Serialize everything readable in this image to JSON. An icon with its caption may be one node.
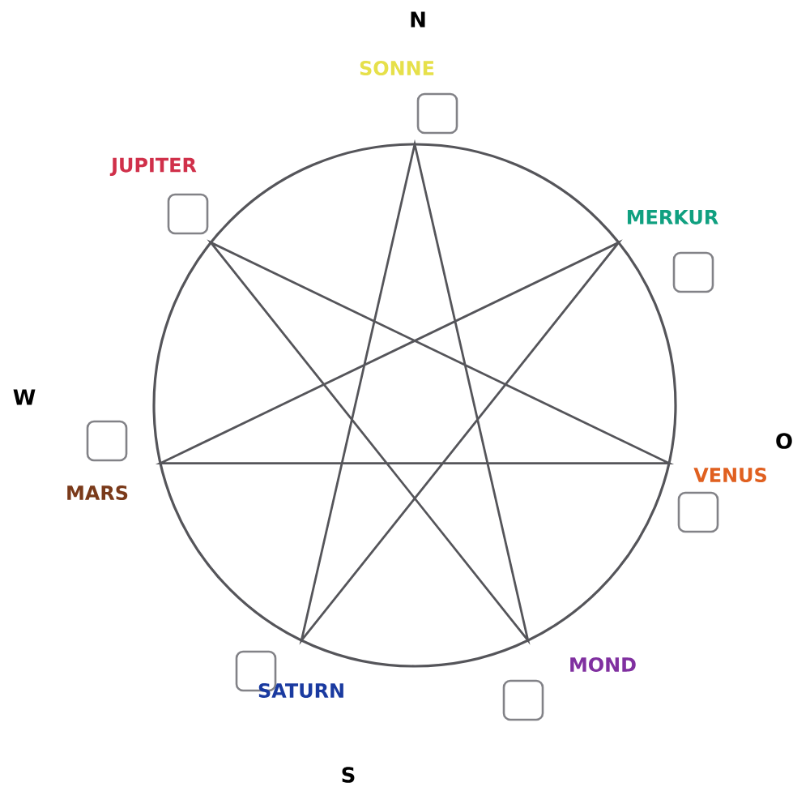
{
  "diagram": {
    "labels": [
      "N",
      "SONNE",
      "JUPITER",
      "MERKUR",
      "W",
      "O",
      "VENUS",
      "MARS",
      "MOND",
      "SATURN",
      "S"
    ]
  }
}
